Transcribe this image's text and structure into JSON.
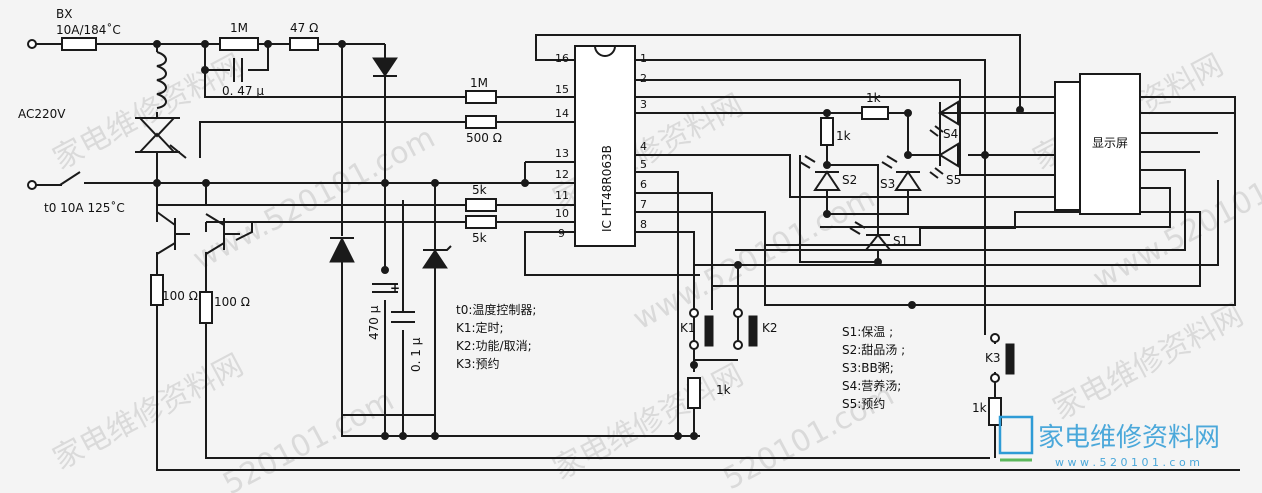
{
  "power": {
    "fuse_ref": "BX",
    "fuse_rating": "10A/184˚C",
    "mains": "AC220V",
    "thermostat": "t0  10A  125˚C"
  },
  "components": {
    "r_1m_top": "1M",
    "c_047": "0. 47 μ",
    "r_47": "47 Ω",
    "r_1m_in": "1M",
    "r_500": "500 Ω",
    "r_5k_a": "5k",
    "r_5k_b": "5k",
    "r_100_a": "100 Ω",
    "r_100_b": "100 Ω",
    "c_470": "470 μ",
    "c_plus": "+",
    "c_01": "0. 1 μ",
    "r_1k_led": "1k",
    "r_1k_vert": "1k",
    "r_1k_k1": "1k",
    "r_1k_k3": "1k",
    "k1": "K1",
    "k2": "K2",
    "k3": "K3"
  },
  "ic": {
    "label": "IC HT48R063B",
    "left_pins": [
      "16",
      "15",
      "14",
      "13",
      "12",
      "11",
      "10",
      "9"
    ],
    "right_pins": [
      "1",
      "2",
      "3",
      "4",
      "5",
      "6",
      "7",
      "8"
    ]
  },
  "leds": [
    "S1",
    "S2",
    "S3",
    "S4",
    "S5"
  ],
  "display": {
    "label": "显示屏"
  },
  "legend_left": [
    "t0:温度控制器;",
    "K1:定时;",
    "K2:功能/取消;",
    "K3:预约"
  ],
  "legend_right": [
    "S1:保温  ;",
    "S2:甜品汤  ;",
    "S3:BB粥;",
    "S4:营养汤;",
    "S5:预约"
  ],
  "watermark": {
    "site_name": "家电维修资料网",
    "url": "www.520101.com",
    "url_short": "520101.com",
    "logo_url": "w w w . 5 2 0 1 0 1 . c o m"
  }
}
